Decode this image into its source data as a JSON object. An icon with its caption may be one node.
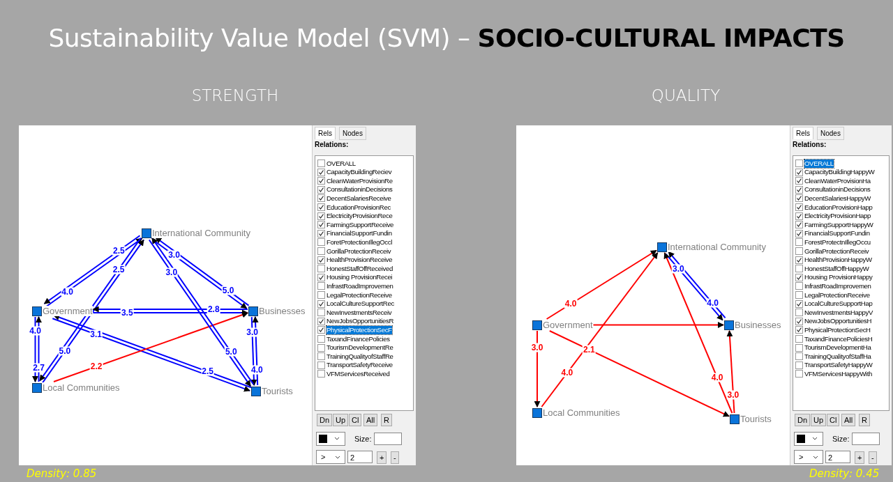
{
  "diagram": {
    "title": "Sustainability Value Model (SVM) – **SOCIO-CULTURAL IMPACTS**",
    "nodes": [
      {
        "text": [
          "STRENGTH"
        ]
      },
      {
        "text": [
          "International Community"
        ],
        "in": 0
      },
      {
        "text": [
          "Government"
        ],
        "in": 0
      },
      {
        "text": [
          "Businesses"
        ],
        "in": 0
      },
      {
        "text": [
          "Local Communities"
        ],
        "in": 0
      },
      {
        "text": [
          "Tourists"
        ],
        "in": 0
      },
      {
        "text": [
          "QUALITY"
        ]
      },
      {
        "text": [
          "International Community"
        ],
        "in": 6
      },
      {
        "text": [
          "Government"
        ],
        "in": 6
      },
      {
        "text": [
          "Businesses"
        ],
        "in": 6
      },
      {
        "text": [
          "Local Communities"
        ],
        "in": 6
      },
      {
        "text": [
          "Tourists"
        ],
        "in": 6
      }
    ],
    "edges": [
      {
        "from": 2,
        "to": 1,
        "arrow": "to",
        "label": "4.0"
      },
      {
        "from": 1,
        "to": 2,
        "arrow": "to",
        "label": "2.5"
      },
      {
        "from": 4,
        "to": 1,
        "arrow": "to",
        "label": "5.0"
      },
      {
        "from": 1,
        "to": 4,
        "arrow": "to",
        "label": "2.5"
      },
      {
        "from": 1,
        "to": 3,
        "arrow": "to",
        "label": "3.0"
      },
      {
        "from": 3,
        "to": 1,
        "arrow": "to",
        "label": "5.0"
      },
      {
        "from": 2,
        "to": 3,
        "arrow": "to",
        "label": "3.5"
      },
      {
        "from": 3,
        "to": 2,
        "arrow": "to",
        "label": "2.8"
      },
      {
        "from": 2,
        "to": 5,
        "arrow": "to",
        "label": "3.1"
      },
      {
        "from": 5,
        "to": 2,
        "arrow": "to",
        "label": "2.5"
      },
      {
        "from": 2,
        "to": 4,
        "arrow": "to",
        "label": "4.0"
      },
      {
        "from": 4,
        "to": 2,
        "arrow": "to",
        "label": "2.7"
      },
      {
        "from": 4,
        "to": 3,
        "arrow": "to",
        "label": "2.2",
        "color": "#ff0000"
      },
      {
        "from": 3,
        "to": 5,
        "arrow": "to",
        "label": "3.0"
      },
      {
        "from": 5,
        "to": 3,
        "arrow": "to",
        "label": "4.0"
      },
      {
        "from": 1,
        "to": 5,
        "arrow": "to",
        "label": "3.0"
      },
      {
        "from": 5,
        "to": 1,
        "arrow": "to",
        "label": "5.0"
      },
      {
        "from": 8,
        "to": 7,
        "arrow": "to",
        "label": "4.0",
        "color": "#ff0000"
      },
      {
        "from": 10,
        "to": 7,
        "arrow": "to",
        "label": "4.0",
        "color": "#ff0000"
      },
      {
        "from": 7,
        "to": 9,
        "arrow": "to",
        "label": "3.0"
      },
      {
        "from": 9,
        "to": 7,
        "arrow": "to",
        "label": "4.0"
      },
      {
        "from": 8,
        "to": 9,
        "arrow": "to",
        "color": "#ff0000"
      },
      {
        "from": 8,
        "to": 10,
        "arrow": "to",
        "label": "3.0",
        "color": "#ff0000"
      },
      {
        "from": 8,
        "to": 11,
        "arrow": "to",
        "label": "2.1",
        "color": "#ff0000"
      },
      {
        "from": 11,
        "to": 7,
        "arrow": "to",
        "label": "4.0",
        "color": "#ff0000"
      },
      {
        "from": 11,
        "to": 9,
        "arrow": "to",
        "label": "3.0",
        "color": "#ff0000"
      }
    ],
    "labels": [
      "Rels",
      "Nodes",
      "Relations:",
      "OVERALL",
      "CapacityBuildingReciev",
      "CleanWaterProvisionRe",
      "ConsultationinDecisions",
      "DecentSalariesReceive",
      "EducationProvisionRec",
      "ElectricityProvisionRece",
      "FarmingSupportReceive",
      "FinancialSupportFundin",
      "ForetProtectionIllegOccl",
      "GorillaProtectionReceiv",
      "HealthProvisionReceive",
      "HonestStaffOffReceived",
      "Housing ProvisionRecei",
      "InfrastRoadImprovemen",
      "LegalProtectionReceive",
      "LocalCultureSupportRec",
      "NewInvestmentsReceiv",
      "NewJobsOpportunitiesR",
      "PhysicalProtectionSecF",
      "TaxandFinancePolicies",
      "TourismDevelopmentRe",
      "TrainingQualityofStaffRe",
      "TransportSafetyReceive",
      "VFMServicesReceived",
      "Dn",
      "Up",
      "Cl",
      "All",
      "R",
      "Size:",
      ">",
      "2",
      "+",
      "-",
      "Density: 0.85",
      "Rels",
      "Nodes",
      "Relations:",
      "OVERALL",
      "CapacityBuildingHappyW",
      "CleanWaterProvisionHa",
      "ConsultationinDecisions",
      "DecentSalariesHappyW",
      "EducationProvisionHapp",
      "ElectricityProvisionHapp",
      "FarmingSupportHappyW",
      "FinancialSupportFundin",
      "ForestProtectnIllegOccu",
      "GorillaProtectionReceiv",
      "HealthProvisionHappyW",
      "HonestStaffOffHappyW",
      "Housing ProvisionHappy",
      "InfrastRoadImprovemen",
      "LegalProtectionReceive",
      "LocalCultureSupportHap",
      "NewInvestmentsHappyV",
      "NewJobsOpportunitiesH",
      "PhysicalProtectionSecH",
      "TaxandFinancePoliciesH",
      "TourismDevelopmentHa",
      "TrainingQualityofStaffHa",
      "TransportSafetyHappyW",
      "VFMServicesHappyWith",
      "Dn",
      "Up",
      "Cl",
      "All",
      "R",
      "Size:",
      ">",
      "2",
      "+",
      "-",
      "Density: 0.45"
    ]
  }
}
